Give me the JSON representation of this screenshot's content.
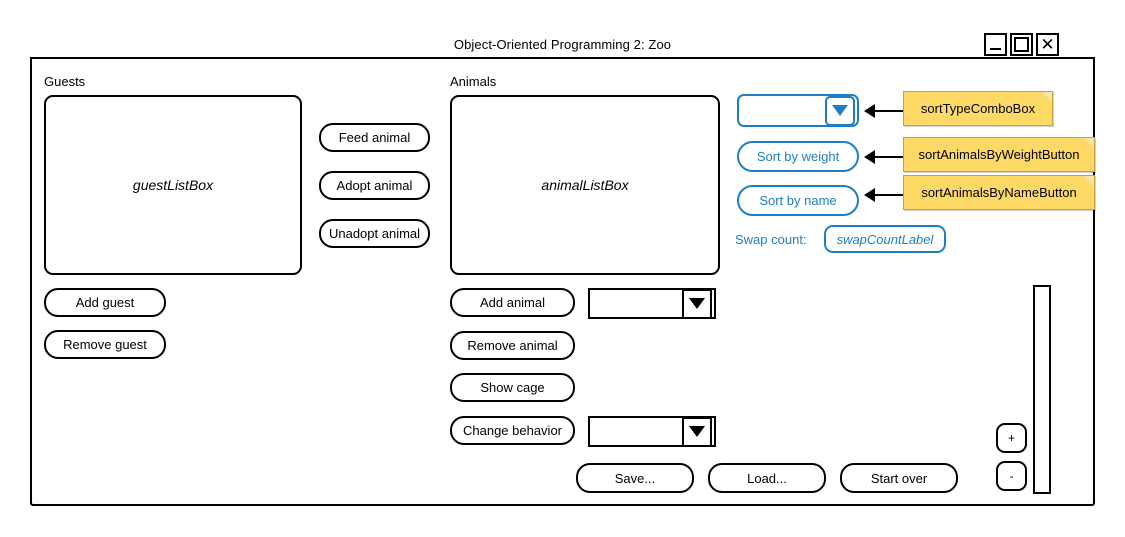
{
  "window": {
    "title": "Object-Oriented Programming 2: Zoo",
    "controls": {
      "minimize": "_",
      "maximize": "□",
      "close": "✕"
    }
  },
  "guests_panel": {
    "label": "Guests",
    "listbox_placeholder": "guestListBox",
    "buttons": [
      {
        "label": "Add guest"
      },
      {
        "label": "Remove guest"
      }
    ]
  },
  "guest_actions": {
    "buttons": [
      {
        "label": "Feed animal"
      },
      {
        "label": "Adopt animal"
      },
      {
        "label": "Unadopt animal"
      }
    ]
  },
  "animals_panel": {
    "label": "Animals",
    "listbox_placeholder": "animalListBox",
    "buttons": [
      {
        "label": "Add animal"
      },
      {
        "label": "Remove animal"
      },
      {
        "label": "Show cage"
      },
      {
        "label": "Change behavior"
      }
    ],
    "combo_add_animal": {
      "value": "",
      "arrow": "▼"
    },
    "combo_change_behavior": {
      "value": "",
      "arrow": "▼"
    }
  },
  "sort_panel": {
    "combo": {
      "value": "",
      "arrow": "▼"
    },
    "sort_by_weight_label": "Sort by weight",
    "sort_by_name_label": "Sort by name",
    "swap_count_label": "Swap count:",
    "swap_count_value": "swapCountLabel"
  },
  "annotations": [
    {
      "text": "sortTypeComboBox"
    },
    {
      "text": "sortAnimalsByWeightButton"
    },
    {
      "text": "sortAnimalsByNameButton"
    }
  ],
  "bottom_bar": {
    "buttons": [
      {
        "label": "Save..."
      },
      {
        "label": "Load..."
      },
      {
        "label": "Start over"
      }
    ]
  },
  "zoom_controls": {
    "increase": "+",
    "decrease": "-"
  },
  "colors": {
    "accent_blue": "#1f7fc4",
    "note_yellow": "#ffd966",
    "note_border": "#c8a23a",
    "outline_black": "#000000"
  }
}
